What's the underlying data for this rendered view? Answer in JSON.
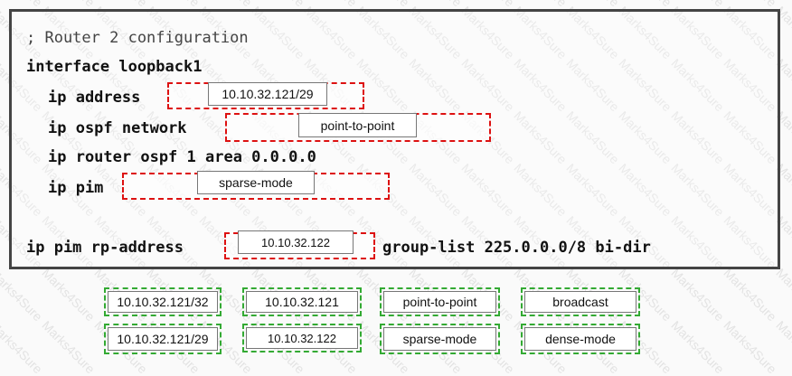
{
  "config": {
    "comment": "; Router 2 configuration",
    "lines": {
      "interface": "interface loopback1",
      "ip_address": "ip address",
      "ip_ospf_network": "ip ospf network",
      "ip_router_ospf": "ip router ospf 1 area 0.0.0.0",
      "ip_pim": "ip pim",
      "ip_pim_rp_address": "ip pim rp-address",
      "group_list": "group-list 225.0.0.0/8 bi-dir"
    },
    "placed": {
      "ip_address": "10.10.32.121/29",
      "ip_ospf_network": "point-to-point",
      "ip_pim": "sparse-mode",
      "rp_address": "10.10.32.122"
    }
  },
  "options": {
    "row1": [
      "10.10.32.121/32",
      "10.10.32.121",
      "point-to-point",
      "broadcast"
    ],
    "row2": [
      "10.10.32.121/29",
      "10.10.32.122",
      "sparse-mode",
      "dense-mode"
    ]
  },
  "watermark_text": "Marks4Sure",
  "colors": {
    "drop_border": "#d11111",
    "option_border": "#33aa33",
    "box_border": "#444444"
  }
}
